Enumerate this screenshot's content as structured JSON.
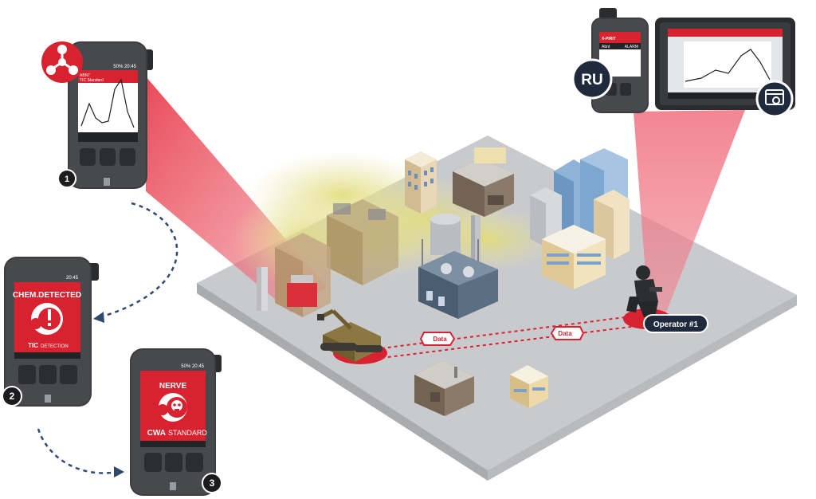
{
  "colors": {
    "brand_red": "#d9222f",
    "beam_pink": "#ee6677",
    "dark_navy": "#1f2b3d",
    "arrow_navy": "#2f4a6d",
    "device_body": "#3b3d40",
    "ground": "#c9cacd",
    "gas_yellow": "#e3dd82"
  },
  "badges": {
    "step1": "1",
    "step2": "2",
    "step3": "3",
    "ru": "RU"
  },
  "device1": {
    "status_bar": "50% 20:45",
    "header": "ABNT",
    "subheader": "TIC  Standard",
    "icon": "chemical-hazard-icon"
  },
  "device2": {
    "status_bar": "20:45",
    "title": "CHEM.DETECTED",
    "footer_bold": "TIC",
    "footer_light": "DETECTION",
    "icon": "exclamation-icon"
  },
  "device3": {
    "status_bar": "50% 20:45",
    "title": "NERVE",
    "footer_bold": "CWA",
    "footer_light": "STANDARD",
    "icon": "gas-mask-icon"
  },
  "ru_device": {
    "header": "X-PIRIT",
    "row_left": "Abnt",
    "row_right": "ALARM"
  },
  "tablet": {
    "icon": "settings-window-icon"
  },
  "data_tags": {
    "left": "Data",
    "right": "Data"
  },
  "operator": {
    "label": "Operator #1"
  }
}
